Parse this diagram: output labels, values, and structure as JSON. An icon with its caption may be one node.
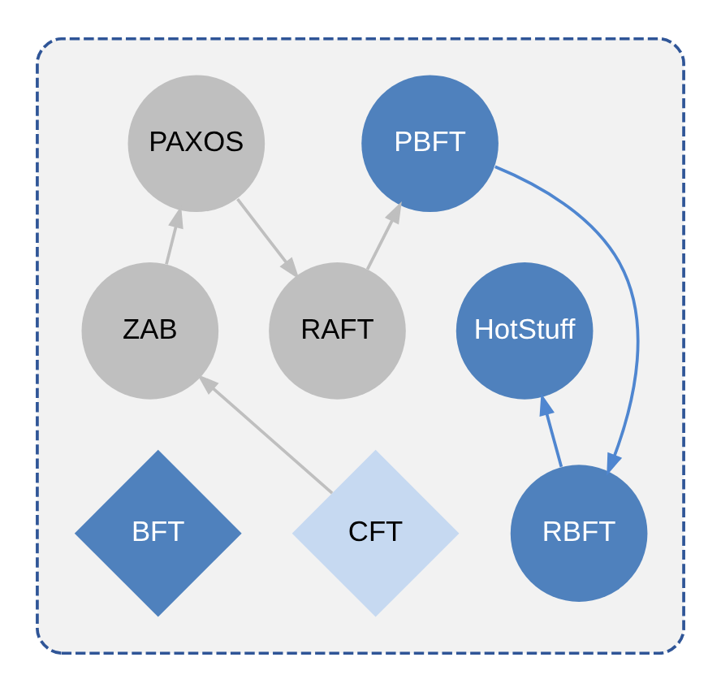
{
  "diagram": {
    "nodes": [
      {
        "text": [],
        "shape": "box"
      },
      {
        "text": [
          "RBFT"
        ],
        "in": 0
      },
      {
        "text": [
          "RAFT"
        ],
        "in": 0
      },
      {
        "text": [
          "ZAB"
        ],
        "in": 0
      },
      {
        "text": [
          "HotStuff"
        ],
        "in": 0
      },
      {
        "text": [
          "PBFT"
        ],
        "in": 0
      },
      {
        "text": [
          "PAXOS"
        ],
        "in": 0
      },
      {
        "text": [
          "CFT"
        ],
        "in": 0
      },
      {
        "text": [
          "BFT"
        ],
        "in": 0
      }
    ],
    "edges": [
      {
        "from": 7,
        "to": 3,
        "arrow": "to"
      },
      {
        "from": 3,
        "to": 6,
        "arrow": "to"
      },
      {
        "from": 6,
        "to": 2,
        "arrow": "to"
      },
      {
        "from": 2,
        "to": 5,
        "arrow": "to"
      },
      {
        "from": 5,
        "to": 1,
        "arrow": "to",
        "color": "#4f86d0"
      },
      {
        "from": 1,
        "to": 4,
        "arrow": "to",
        "color": "#4f86d0"
      }
    ]
  }
}
